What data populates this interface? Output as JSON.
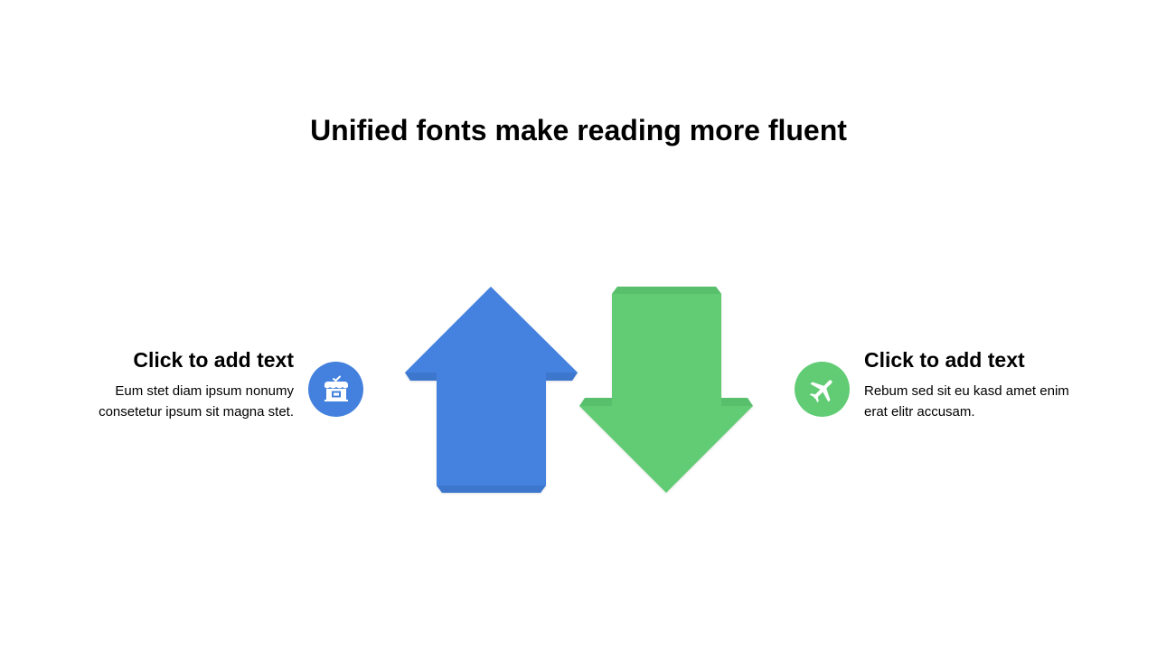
{
  "title": "Unified fonts make reading more fluent",
  "left_item": {
    "heading": "Click to add text",
    "body": "Eum stet diam ipsum nonumy consetetur ipsum sit magna stet.",
    "icon": "shop-icon",
    "color": "#4481de"
  },
  "right_item": {
    "heading": "Click to add text",
    "body": "Rebum sed sit eu kasd amet enim erat elitr accusam.",
    "icon": "airplane-icon",
    "color": "#62cc75"
  },
  "colors": {
    "up_arrow": "#4481de",
    "up_arrow_shade": "#3a6fc0",
    "down_arrow": "#62cc75",
    "down_arrow_shade": "#52b565"
  }
}
